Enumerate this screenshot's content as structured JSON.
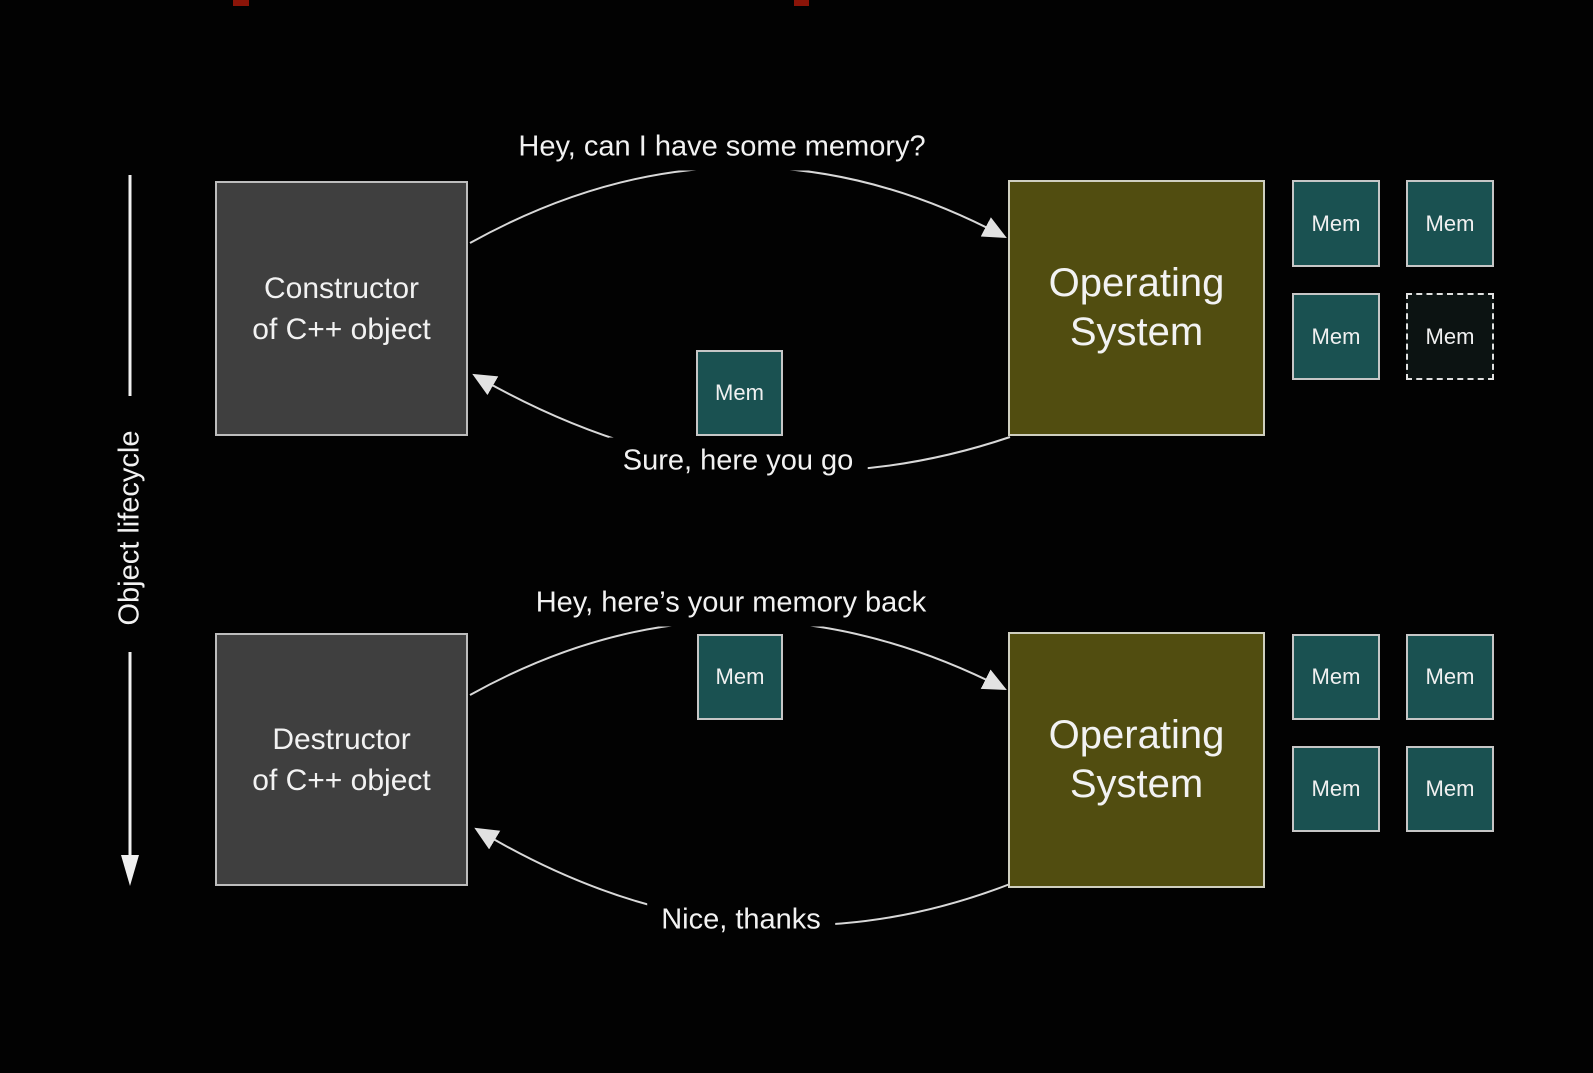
{
  "slide": {
    "background_color": "#020202",
    "lifecycle_axis": {
      "label": "Object lifecycle",
      "direction": "top-to-bottom"
    }
  },
  "labels": {
    "mem": "Mem"
  },
  "colors": {
    "actor_box_fill": "#3f3f3f",
    "os_box_fill": "#514d10",
    "mem_box_fill": "#1a5151",
    "arrow_stroke": "#d8d8d8",
    "text": "#f2f2f2"
  },
  "top_flow": {
    "actor": {
      "line1": "Constructor",
      "line2": "of C++ object"
    },
    "request_label": "Hey, can I have some memory?",
    "response_label": "Sure, here you go",
    "os": {
      "line1": "Operating",
      "line2": "System"
    },
    "transfer_block": "Mem",
    "memory_grid_cells": [
      "allocated",
      "allocated",
      "allocated",
      "handed-out-dashed"
    ]
  },
  "bottom_flow": {
    "actor": {
      "line1": "Destructor",
      "line2": "of C++ object"
    },
    "request_label": "Hey, here’s your memory back",
    "response_label": "Nice, thanks",
    "os": {
      "line1": "Operating",
      "line2": "System"
    },
    "transfer_block": "Mem",
    "memory_grid_cells": [
      "allocated",
      "allocated",
      "allocated",
      "allocated"
    ]
  }
}
